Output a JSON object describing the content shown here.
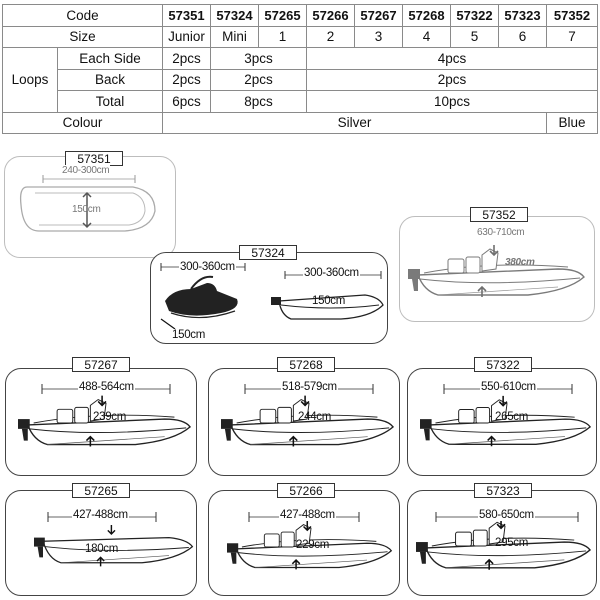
{
  "table": {
    "header_label": "Code",
    "codes": [
      "57351",
      "57324",
      "57265",
      "57266",
      "57267",
      "57268",
      "57322",
      "57323",
      "57352"
    ],
    "size_label": "Size",
    "sizes": [
      "Junior",
      "Mini",
      "1",
      "2",
      "3",
      "4",
      "5",
      "6",
      "7"
    ],
    "loops_label": "Loops",
    "each_side_label": "Each Side",
    "back_label": "Back",
    "total_label": "Total",
    "each_side": [
      "2pcs",
      "3pcs",
      "4pcs"
    ],
    "back": [
      "2pcs",
      "2pcs",
      "2pcs"
    ],
    "total": [
      "6pcs",
      "8pcs",
      "10pcs"
    ],
    "colour_label": "Colour",
    "colours": [
      "Silver",
      "Blue"
    ]
  },
  "boats": {
    "b57351": {
      "code": "57351",
      "length": "240-300cm",
      "width": "150cm"
    },
    "b57352": {
      "code": "57352",
      "length": "630-710cm",
      "width": "380cm"
    },
    "b57324": {
      "code": "57324",
      "length_jet": "300-360cm",
      "width_jet": "150cm",
      "length_boat": "300-360cm",
      "width_boat": "150cm"
    },
    "b57267": {
      "code": "57267",
      "length": "488-564cm",
      "width": "239cm"
    },
    "b57268": {
      "code": "57268",
      "length": "518-579cm",
      "width": "244cm"
    },
    "b57322": {
      "code": "57322",
      "length": "550-610cm",
      "width": "265cm"
    },
    "b57265": {
      "code": "57265",
      "length": "427-488cm",
      "width": "180cm"
    },
    "b57266": {
      "code": "57266",
      "length": "427-488cm",
      "width": "229cm"
    },
    "b57323": {
      "code": "57323",
      "length": "580-650cm",
      "width": "295cm"
    }
  }
}
